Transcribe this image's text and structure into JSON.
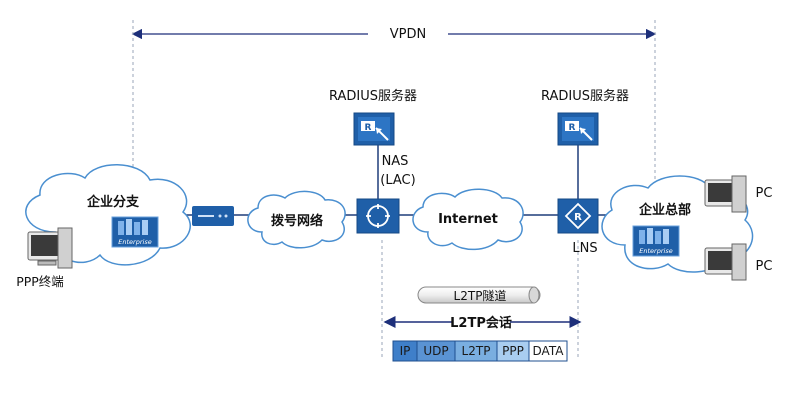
{
  "vpdn_label": "VPDN",
  "radius_left": "RADIUS服务器",
  "radius_right": "RADIUS服务器",
  "nas_label": "NAS",
  "lac_label": "(LAC)",
  "lns_label": "LNS",
  "branch_label": "企业分支",
  "hq_label": "企业总部",
  "dialup_label": "拨号网络",
  "internet_label": "Internet",
  "ppp_terminal_label": "PPP终端",
  "pc_top_label": "PC",
  "pc_bottom_label": "PC",
  "enterprise_text": "Enterprise",
  "tunnel_label": "L2TP隧道",
  "session_label": "L2TP会话",
  "packet_headers": [
    "IP",
    "UDP",
    "L2TP",
    "PPP",
    "DATA"
  ],
  "colors": {
    "device_blue": "#1f5fa8",
    "arrow_navy": "#1d2f7a",
    "line_navy": "#1f3d7a",
    "cloud_stroke": "#4a8fd0",
    "cloud_fill": "#ffffff"
  }
}
